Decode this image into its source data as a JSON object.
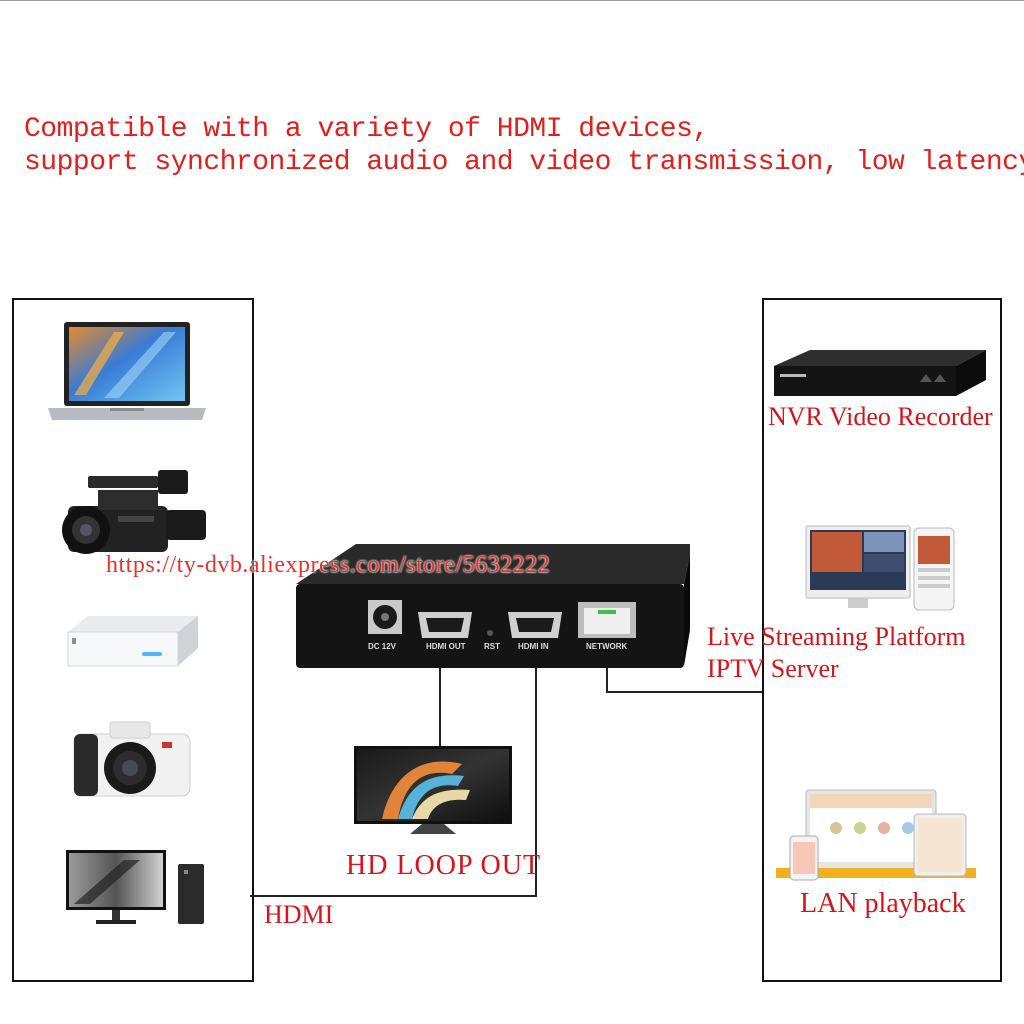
{
  "headline": {
    "line1": "Compatible with a variety of HDMI devices,",
    "line2": "support synchronized audio and video transmission, low latency"
  },
  "device": {
    "ports": {
      "dc": "DC 12V",
      "hdmi_out": "HDMI OUT",
      "rst": "RST",
      "hdmi_in": "HDMI IN",
      "network": "NETWORK"
    }
  },
  "sources": [
    "laptop-icon",
    "camcorder-icon",
    "set-top-box-icon",
    "camera-icon",
    "desktop-pc-icon"
  ],
  "labels": {
    "hdmi": "HDMI",
    "loop_out": "HD LOOP OUT",
    "nvr": "NVR Video Recorder",
    "live_line1": "Live Streaming Platform",
    "live_line2": "IPTV Server",
    "lan": "LAN playback"
  },
  "watermark": "https://ty-dvb.aliexpress.com/store/5632222",
  "colors": {
    "caption": "#d4161b",
    "headline": "#e0201c"
  }
}
